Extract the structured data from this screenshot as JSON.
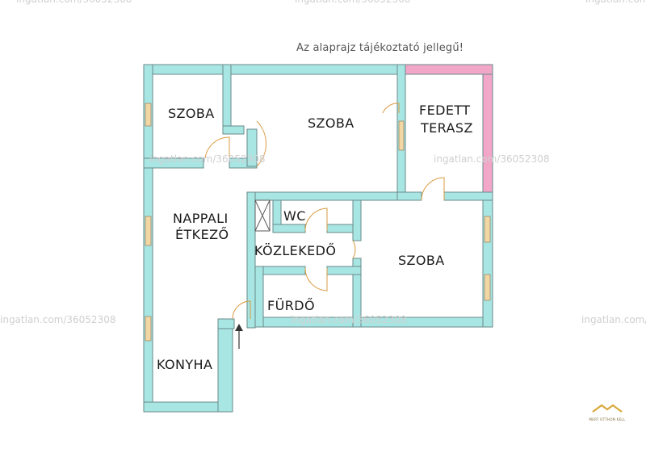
{
  "disclaimer": "Az alaprajz tájékoztató jellegű!",
  "watermark": "ingatlan.com/36052308",
  "colors": {
    "wall": "#a8e6e4",
    "wall_stroke": "#6a8a8a",
    "window": "#f2d6a4",
    "terrace_edge": "#f2a6c8",
    "door": "#d89a40"
  },
  "rooms": {
    "szoba_top_left": "SZOBA",
    "szoba_top_center": "SZOBA",
    "fedett_terasz_line1": "FEDETT",
    "fedett_terasz_line2": "TERASZ",
    "nappali_line1": "NAPPALI",
    "nappali_line2": "ÉTKEZŐ",
    "wc": "WC",
    "kozlekedo": "KÖZLEKEDŐ",
    "szoba_right": "SZOBA",
    "furdo": "FÜRDŐ",
    "konyha": "KONYHA"
  },
  "logo": {
    "brand": "MERT OTTHON KELL",
    "slogan": ""
  }
}
